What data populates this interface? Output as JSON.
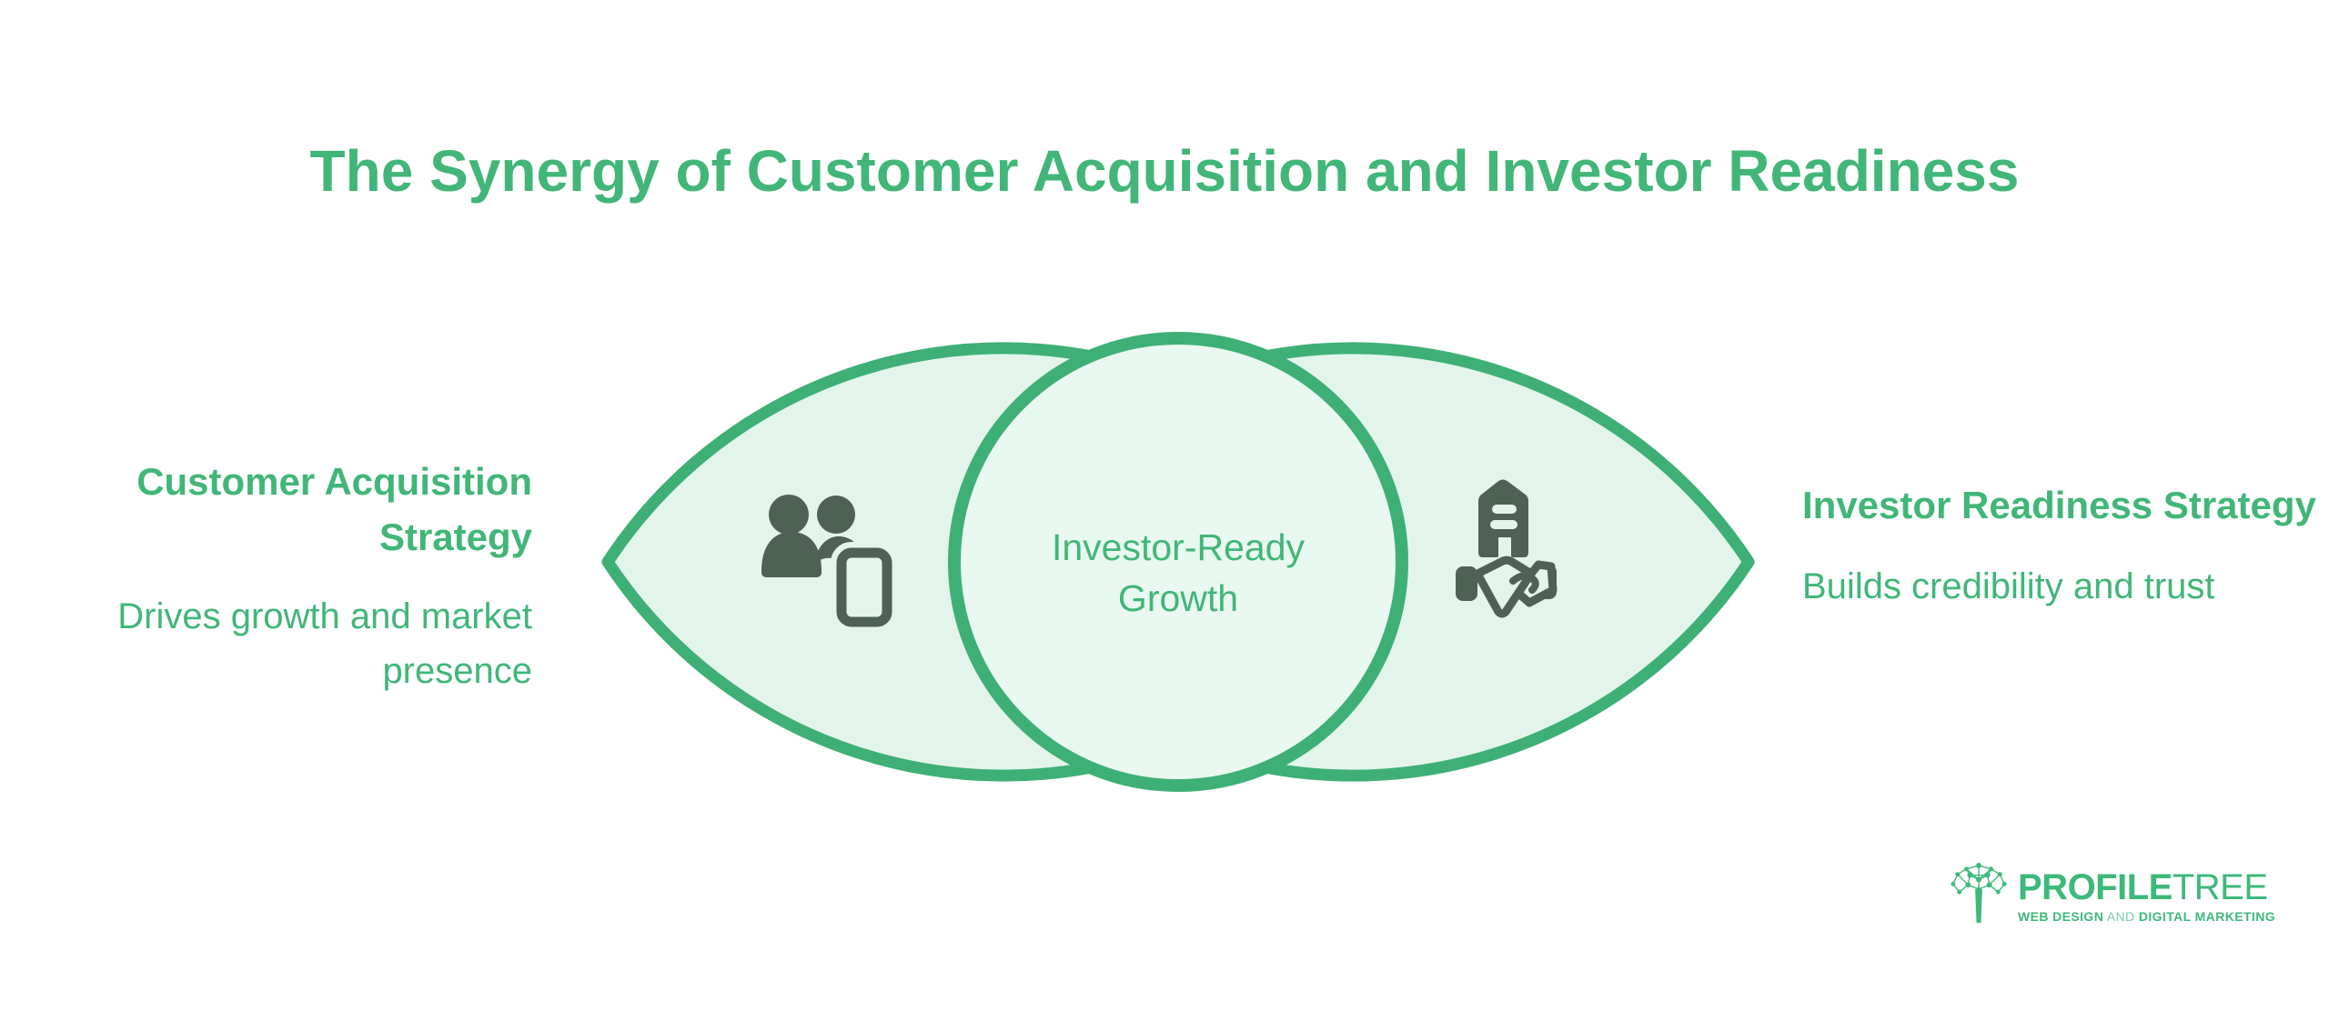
{
  "title": "The Synergy of Customer Acquisition and Investor Readiness",
  "colors": {
    "accent_text": "#41b678",
    "shape_stroke": "#3eb076",
    "leaf_fill": "#e3f5eb",
    "circle_fill": "#e9f8f0",
    "icon_color": "#4d6154",
    "logo_green": "#3db97a",
    "background": "#ffffff"
  },
  "venn": {
    "left": {
      "heading": "Customer Acquisition Strategy",
      "description": "Drives growth and market presence",
      "icon": "users-phone-icon"
    },
    "right": {
      "heading": "Investor Readiness Strategy",
      "description": "Builds credibility and trust",
      "icon": "building-handshake-icon"
    },
    "intersection": {
      "label": "Investor-Ready Growth"
    }
  },
  "logo": {
    "icon": "network-tree-icon",
    "brand_primary": "PROFILE",
    "brand_secondary": "TREE",
    "tagline_lead": "WEB DESIGN",
    "tagline_connector": "AND",
    "tagline_tail": "DIGITAL MARKETING"
  }
}
